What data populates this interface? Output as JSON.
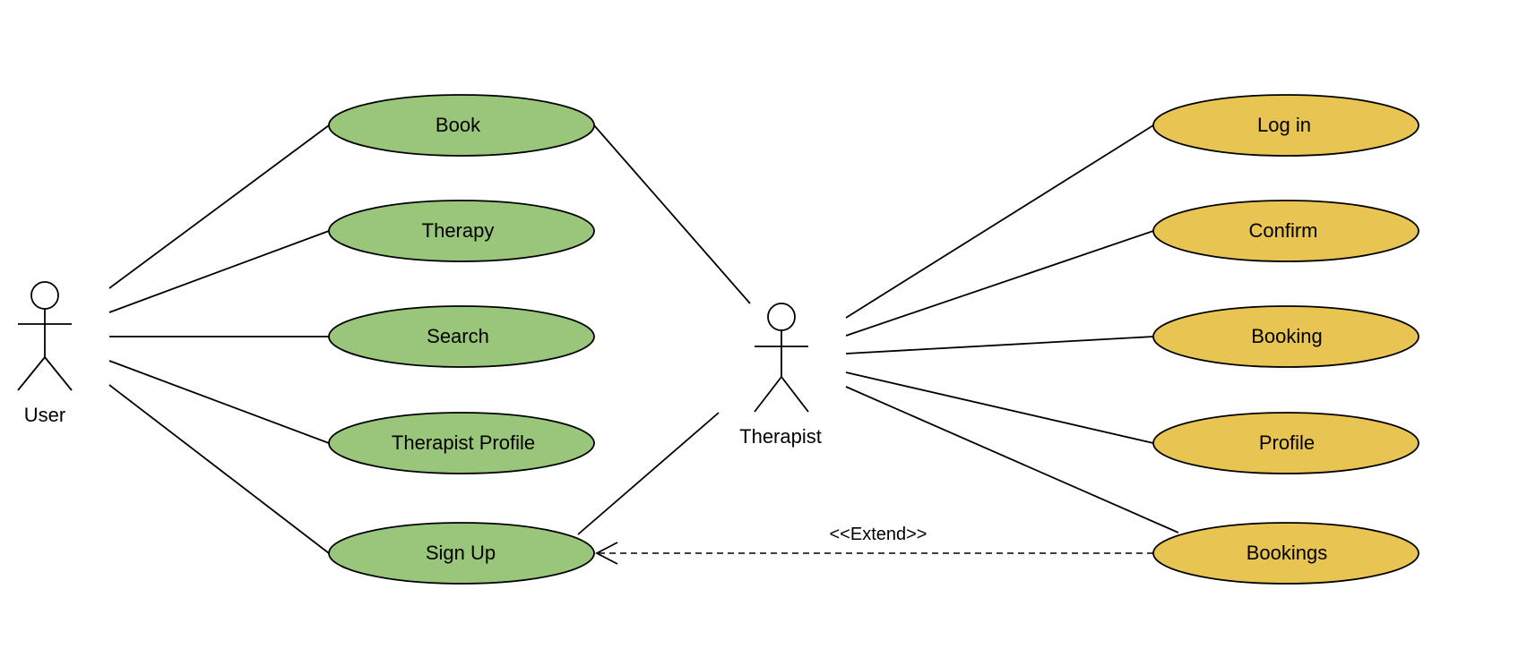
{
  "colors": {
    "user_usecase_fill": "#99c67a",
    "therapist_usecase_fill": "#e8c452",
    "line": "#000000",
    "background": "#ffffff"
  },
  "actors": {
    "user": {
      "label": "User"
    },
    "therapist": {
      "label": "Therapist"
    }
  },
  "user_usecases": [
    "Book",
    "Therapy",
    "Search",
    "Therapist Profile",
    "Sign Up"
  ],
  "therapist_usecases": [
    "Log in",
    "Confirm",
    "Booking",
    "Profile",
    "Bookings"
  ],
  "relationships": {
    "extend": {
      "label": "<<Extend>>",
      "from": "Bookings",
      "to": "Sign Up"
    },
    "therapist_associations": [
      "Book",
      "Sign Up"
    ]
  }
}
